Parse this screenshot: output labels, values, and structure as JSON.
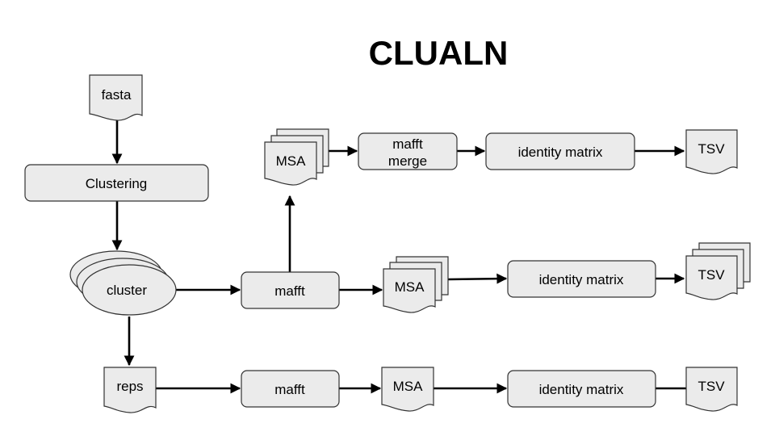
{
  "title": "CLUALN",
  "nodes": {
    "fasta": "fasta",
    "clustering": "Clustering",
    "cluster": "cluster",
    "reps": "reps",
    "msa_top": "MSA",
    "mafft_merge_line1": "mafft",
    "mafft_merge_line2": "merge",
    "identity_top": "identity matrix",
    "tsv_top": "TSV",
    "mafft_mid": "mafft",
    "msa_mid": "MSA",
    "identity_mid": "identity matrix",
    "tsv_mid": "TSV",
    "mafft_bot": "mafft",
    "msa_bot": "MSA",
    "identity_bot": "identity matrix",
    "tsv_bot": "TSV"
  },
  "colors": {
    "node_fill": "#ebebeb",
    "node_stroke": "#333333",
    "edge": "#000000"
  }
}
